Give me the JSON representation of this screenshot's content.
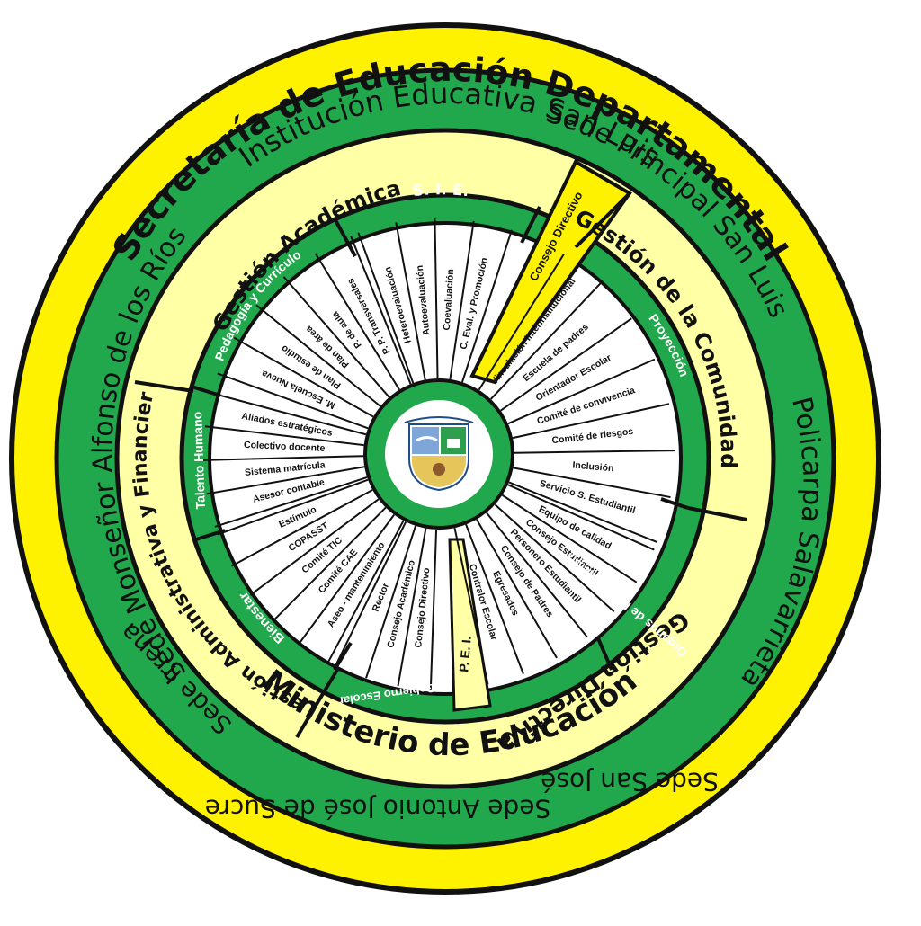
{
  "outer_ring": {
    "top_label": "Secretaría de Educación Departamental",
    "bottom_label": "Ministerio de Educación"
  },
  "institution_ring": {
    "institution": "Institución Educativa San Luis",
    "sedes": [
      "Sede Principal San Luis",
      "Policarpa Salavarrieta",
      "Sede San José",
      "Sede Antonio José de Sucre",
      "Sede Irrena",
      "Sede Monseñor Alfonso de los Ríos"
    ]
  },
  "management_areas": [
    "Gestión Académica",
    "Gestión de la Comunidad",
    "Gestión Directiva",
    "Gestión Administrativa y Financiera"
  ],
  "center_sectors": {
    "consejo_directivo": "Consejo Directivo",
    "pei": "P. E. I."
  },
  "processes": {
    "sie": "S. I. E.",
    "pedagogia": "Pedagogía y Currículo",
    "proyeccion": "Proyección",
    "organos": "Órganos de Participación",
    "gobierno": "Gobierno Escolar",
    "bienestar": "Bienestar",
    "talento": "Talento Humano"
  },
  "spokes": {
    "sie": [
      "Heteroevaluación",
      "Autoevaluación",
      "Coevaluación",
      "C. Eval. y Promoción"
    ],
    "pedagogia": [
      "M. Escuela Nueva",
      "Plan de estudio",
      "Plan de área",
      "P. de aula",
      "P. P. Transversales"
    ],
    "proyeccion": [
      "Vinculación interinstitucional",
      "Escuela de padres",
      "Orientador Escolar",
      "Comité de convivencia",
      "Comité de riesgos",
      "Inclusión",
      "Servicio S. Estudiantil"
    ],
    "organos": [
      "Equipo de calidad",
      "Consejo Estudiantil",
      "Personero Estudiantil",
      "Consejo de Padres",
      "Egresados",
      "Contralor Escolar"
    ],
    "gobierno": [
      "Consejo Directivo",
      "Consejo Académico",
      "Rector"
    ],
    "bienestar": [
      "Aseo - mantenimiento",
      "Comité CAE",
      "Comité TIC",
      "COPASST",
      "Estímulo"
    ],
    "talento": [
      "Asesor contable",
      "Sistema matrícula",
      "Colectivo docente",
      "Aliados estratégicos"
    ]
  },
  "colors": {
    "yellow": "#fff200",
    "pale_yellow": "#ffffa5",
    "green": "#22a84c",
    "black": "#111111",
    "white": "#ffffff"
  }
}
